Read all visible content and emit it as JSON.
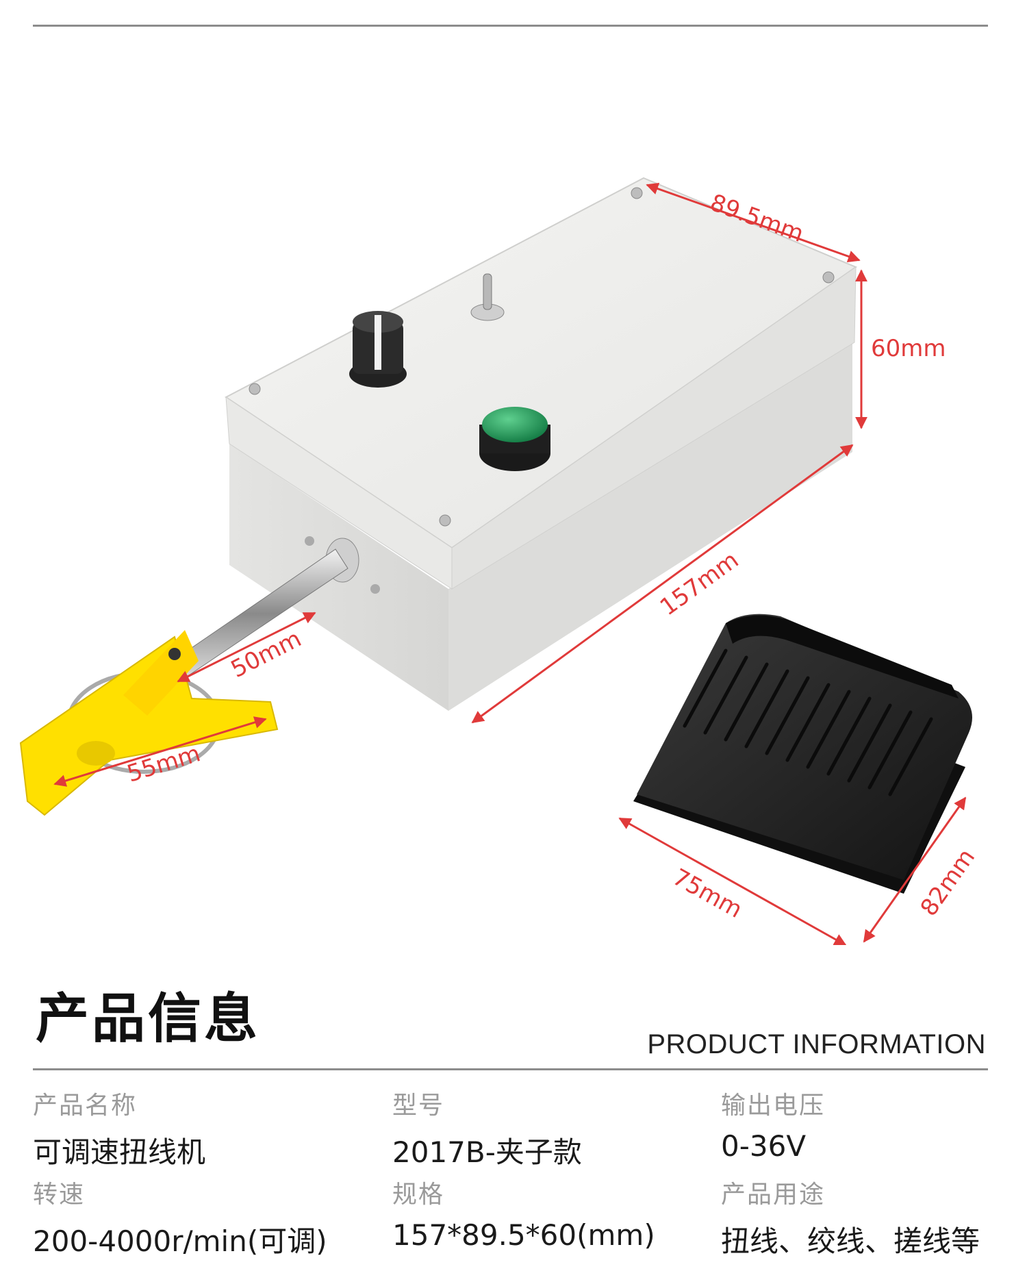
{
  "dimensions": {
    "box_depth": "89.5mm",
    "box_height": "60mm",
    "box_length": "157mm",
    "shaft_length": "50mm",
    "clip_length": "55mm",
    "pedal_width": "75mm",
    "pedal_depth": "82mm"
  },
  "section": {
    "title": "产品信息",
    "subtitle": "PRODUCT INFORMATION"
  },
  "info": [
    {
      "label": "产品名称",
      "value": "可调速扭线机"
    },
    {
      "label": "型号",
      "value": "2017B-夹子款"
    },
    {
      "label": "输出电压",
      "value": "0-36V"
    },
    {
      "label": "转速",
      "value": "200-4000r/min(可调)"
    },
    {
      "label": "规格",
      "value": "157*89.5*60(mm)"
    },
    {
      "label": "产品用途",
      "value": "扭线、绞线、搓线等"
    }
  ],
  "colors": {
    "dimension_red": "#e03a3a",
    "clip_yellow": "#ffe000",
    "button_green": "#1e9a5a",
    "box_gray": "#ececea",
    "pedal_black": "#1c1c1c"
  }
}
